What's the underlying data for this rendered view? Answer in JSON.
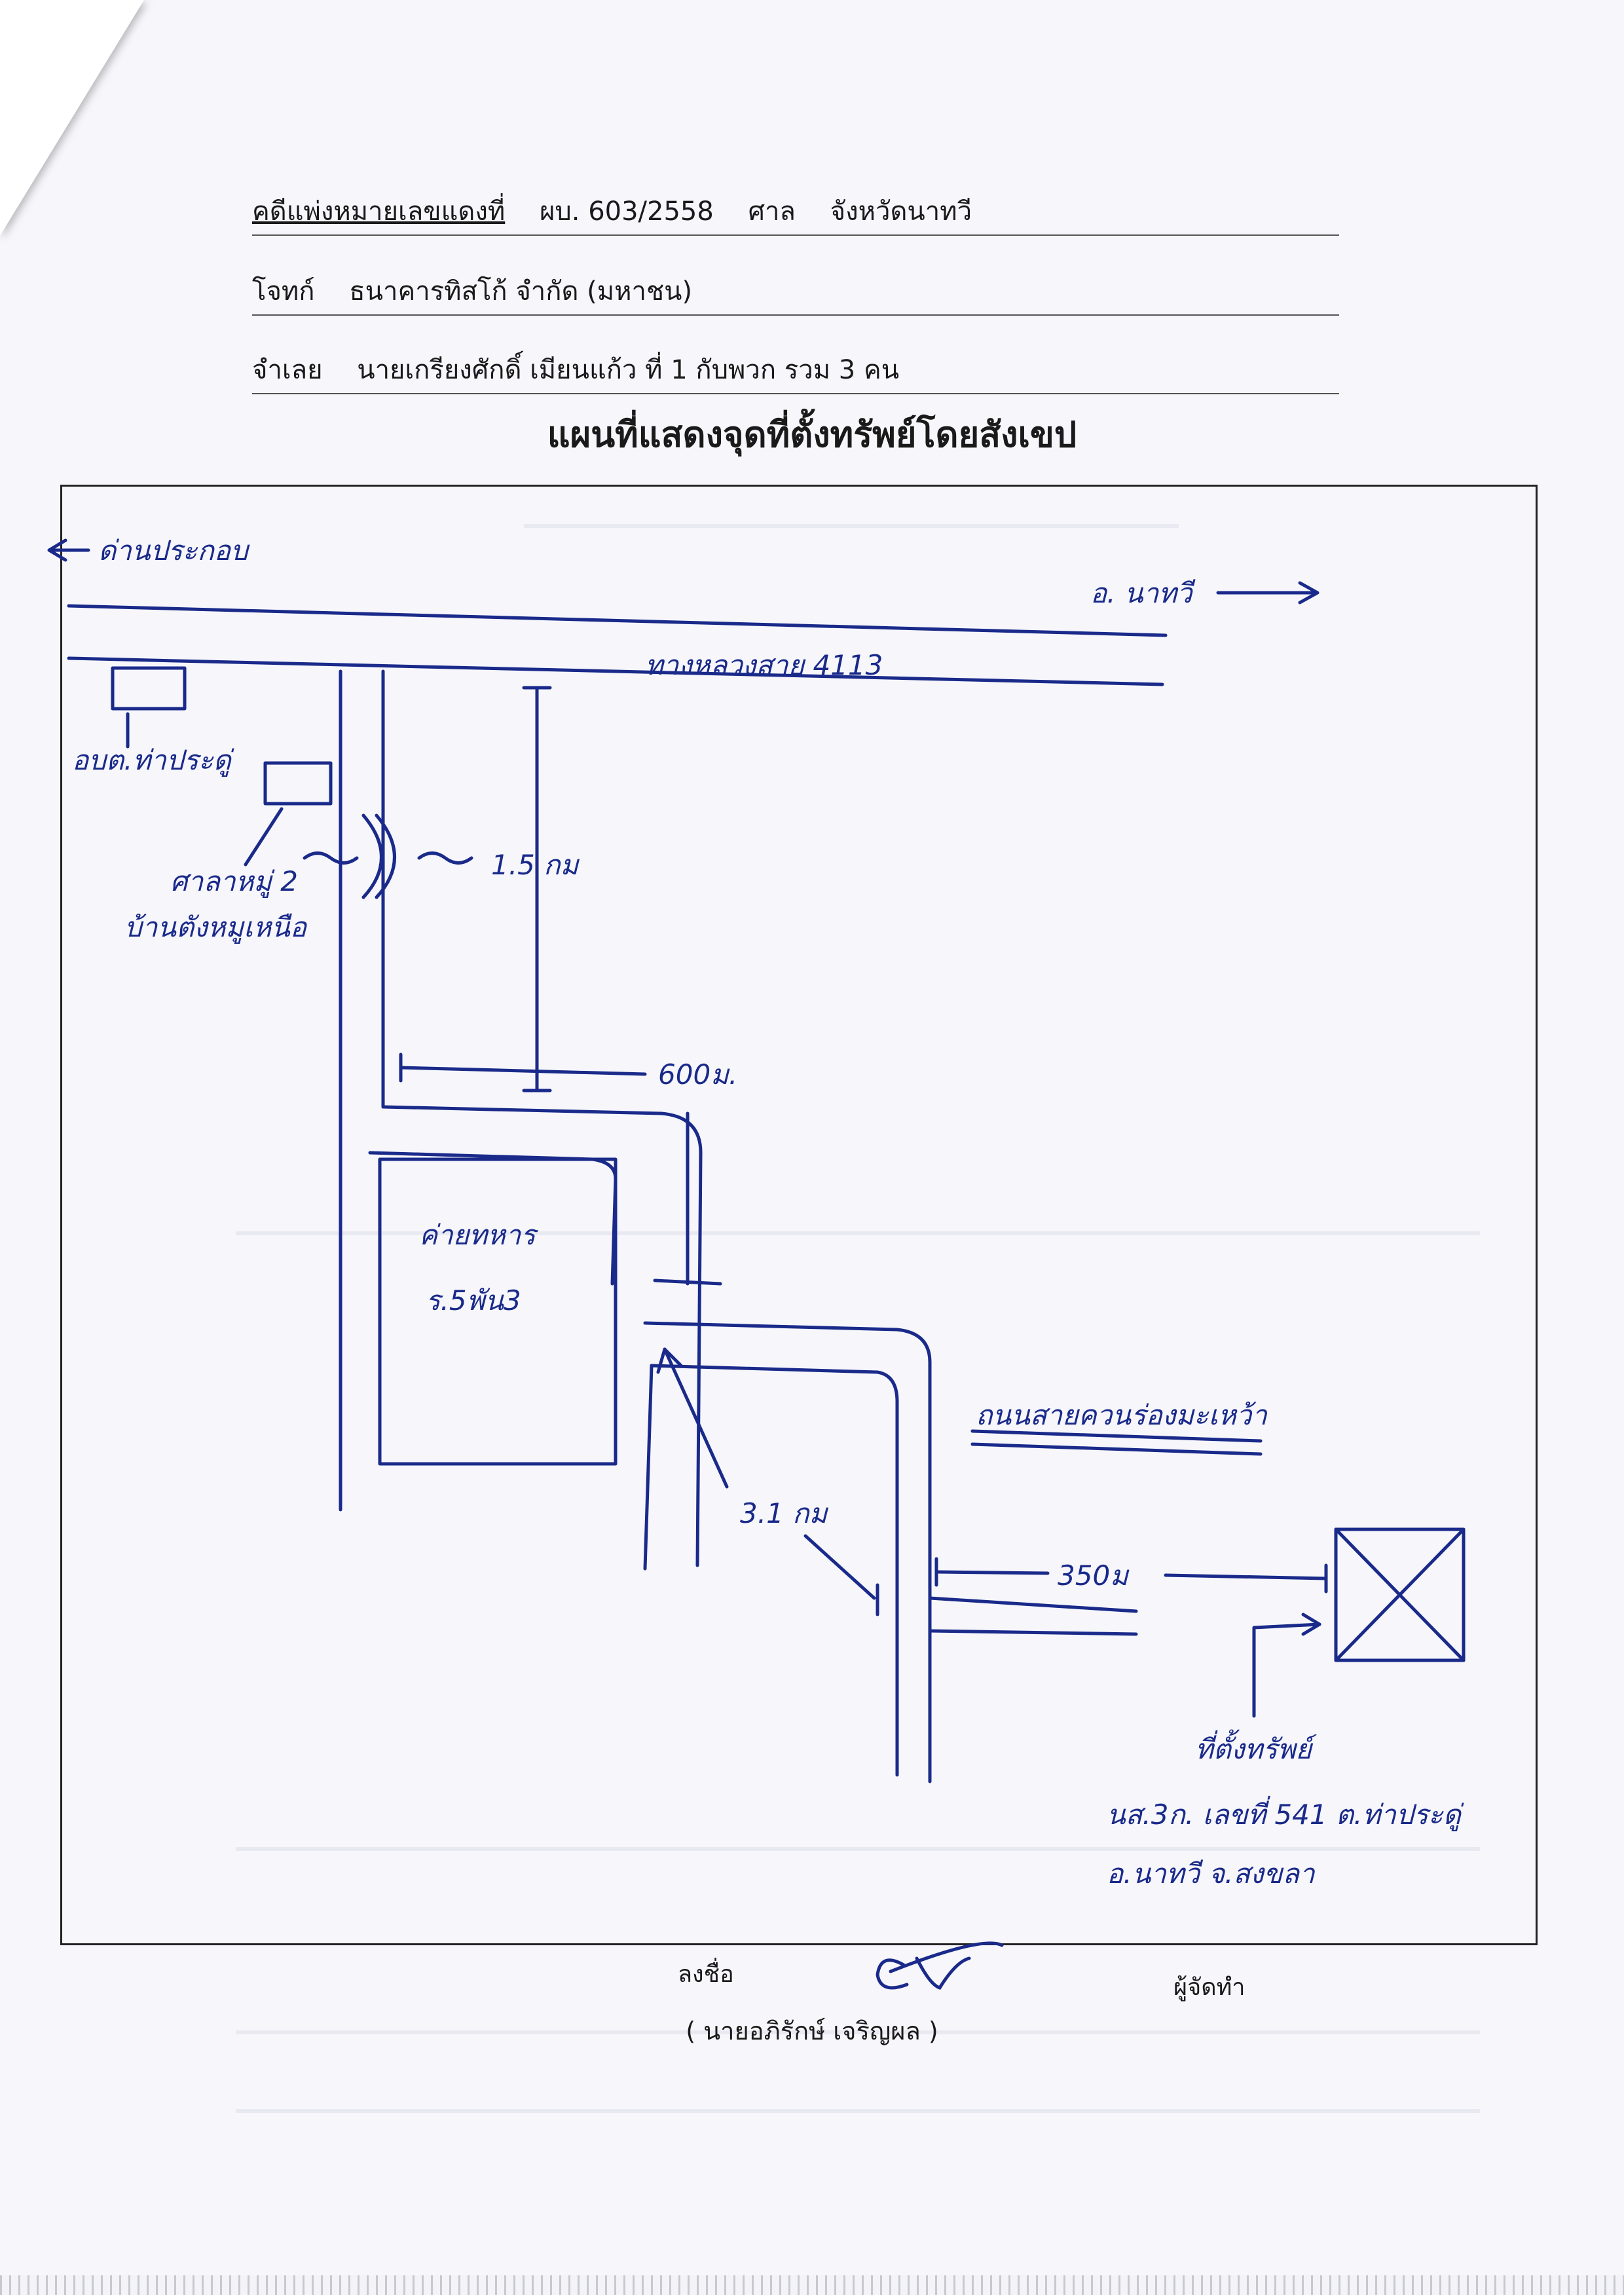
{
  "header": {
    "case_label": "คดีแพ่งหมายเลขแดงที่",
    "case_number": "ผบ. 603/2558",
    "court_label": "ศาล",
    "court_name": "จังหวัดนาทวี",
    "plaintiff_label": "โจทก์",
    "plaintiff_name": "ธนาคารทิสโก้  จำกัด (มหาชน)",
    "defendant_label": "จำเลย",
    "defendant_name": "นายเกรียงศักดิ์  เมียนแก้ว  ที่  1  กับพวก รวม 3 คน"
  },
  "title": "แผนที่แสดงจุดที่ตั้งทรัพย์โดยสังเขป",
  "map": {
    "left_direction": "ด่านประกอบ",
    "right_direction": "อ. นาทวี",
    "highway": "ทางหลวงสาย 4113",
    "landmark_office": "อบต.ท่าประดู่",
    "landmark_pavilion_line1": "ศาลาหมู่ 2",
    "landmark_pavilion_line2": "บ้านตังหมูเหนือ",
    "dist_1": "1.5 กม",
    "dist_2": "600ม.",
    "camp_line1": "ค่ายทหาร",
    "camp_line2": "ร.5พัน3",
    "road_name": "ถนนสายควนร่องมะเหว้า",
    "dist_3": "3.1 กม",
    "dist_4": "350ม",
    "property_label": "ที่ตั้งทรัพย์",
    "deed_line1": "นส.3ก. เลขที่ 541  ต.ท่าประดู่",
    "deed_line2": "อ.นาทวี  จ.สงขลา",
    "ink_color": "#1a2a8a"
  },
  "footer": {
    "sign_label": "ลงชื่อ",
    "role_label": "ผู้จัดทำ",
    "officer_name": "( นายอภิรักษ์  เจริญผล )"
  }
}
